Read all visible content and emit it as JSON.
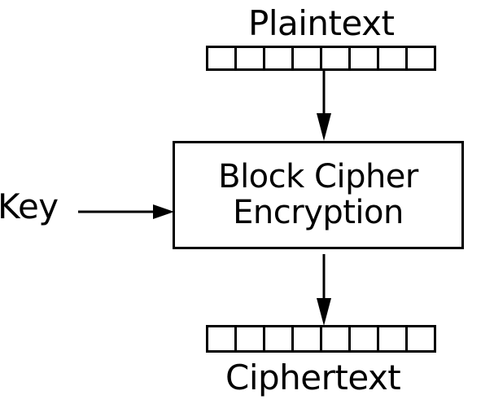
{
  "diagram": {
    "title": "Block Cipher Encryption",
    "background_color": "#ffffff",
    "stroke_color": "#000000",
    "nodes": {
      "plaintext": {
        "label": "Plaintext",
        "block_count": 8,
        "label_position": "above"
      },
      "cipher": {
        "line1": "Block Cipher",
        "line2": "Encryption"
      },
      "key": {
        "label": "Key"
      },
      "ciphertext": {
        "label": "Ciphertext",
        "block_count": 8,
        "label_position": "below"
      }
    },
    "arrows": {
      "plaintext_to_cipher": {
        "direction": "down",
        "icon": "arrow-down-icon"
      },
      "cipher_to_ciphertext": {
        "direction": "down",
        "icon": "arrow-down-icon"
      },
      "key_to_cipher": {
        "direction": "right",
        "icon": "arrow-right-icon"
      }
    }
  }
}
